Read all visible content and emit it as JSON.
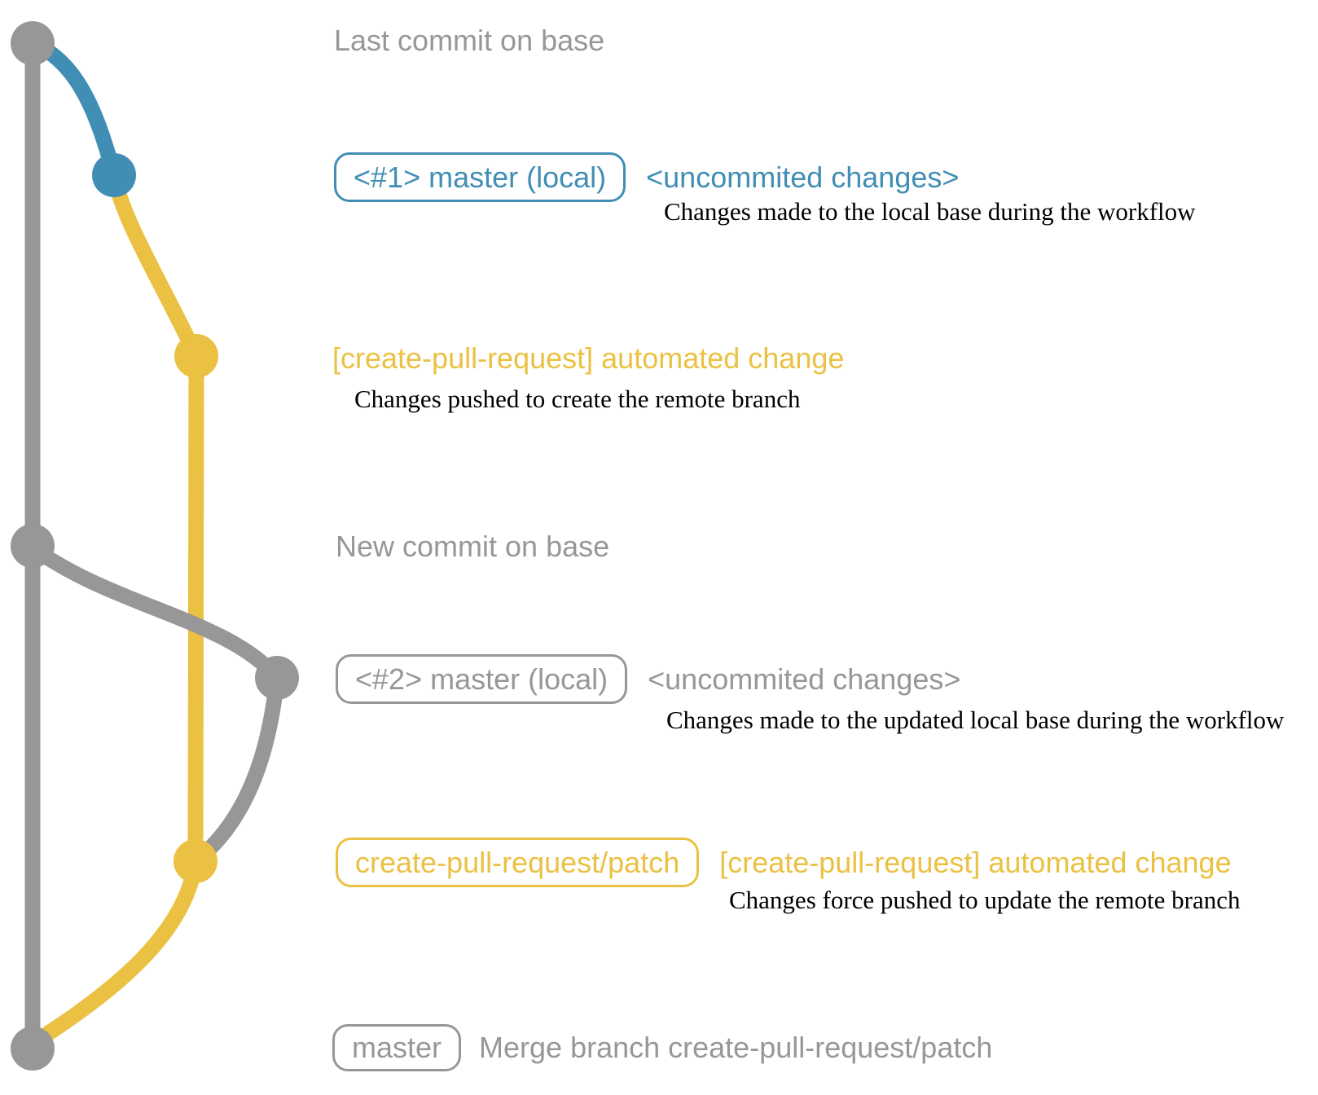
{
  "colors": {
    "gray": "#979797",
    "blue": "#418eb4",
    "yellow": "#eac142",
    "ink": "#000000",
    "background": "#ffffff"
  },
  "rows": {
    "last_commit": {
      "text": "Last commit on base"
    },
    "commit1": {
      "badge": "<#1> master (local)",
      "label": "<uncommited changes>",
      "description": "Changes made to the local base during the workflow"
    },
    "push1": {
      "label": "[create-pull-request] automated change",
      "description": "Changes pushed to create the remote branch"
    },
    "new_commit": {
      "text": "New commit on base"
    },
    "commit2": {
      "badge": "<#2> master (local)",
      "label": "<uncommited changes>",
      "description": "Changes made to the updated local base during the workflow"
    },
    "push2": {
      "badge": "create-pull-request/patch",
      "label": "[create-pull-request] automated change",
      "description": "Changes force pushed to update the remote branch"
    },
    "merge": {
      "badge": "master",
      "label": "Merge branch create-pull-request/patch"
    }
  }
}
